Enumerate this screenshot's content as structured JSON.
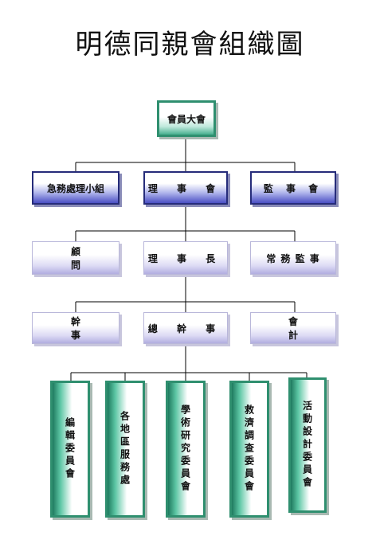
{
  "title": "明德同親會組織圖",
  "nodes": {
    "assembly": "會員大會",
    "emergency": "急務處理小組",
    "council": "理 事 會",
    "supervisors": "監 事 會",
    "advisor": "顧 問",
    "chairman": "理 事 長",
    "standing_supervisor": "常 務 監 事",
    "officer": "幹 事",
    "chief_officer": "總 幹 事",
    "accountant": "會 計",
    "editorial": "編輯委員會",
    "service": "各地區服務處",
    "academic": "學術研究委員會",
    "relief": "救濟調查委員會",
    "activity": "活動設計委員會"
  },
  "colors": {
    "line": "#000000",
    "green_border": "#2f8f6f",
    "blue_border": "#262c7a",
    "lavender_border": "#b9b7da"
  }
}
